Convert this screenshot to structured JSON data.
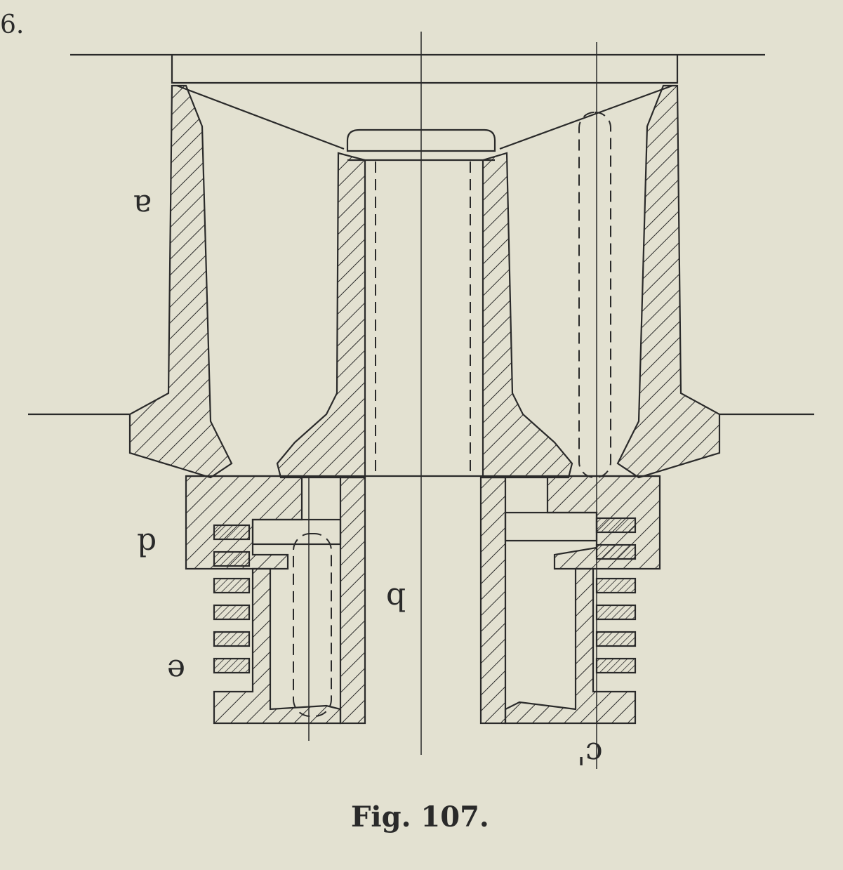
{
  "page_number": "6.",
  "caption": "Fig. 107.",
  "labels": {
    "a": "a",
    "d": "d",
    "b": "b",
    "e": "e",
    "c": "c'"
  },
  "colors": {
    "paper": "#e3e1d1",
    "ink": "#2a2a2a"
  }
}
